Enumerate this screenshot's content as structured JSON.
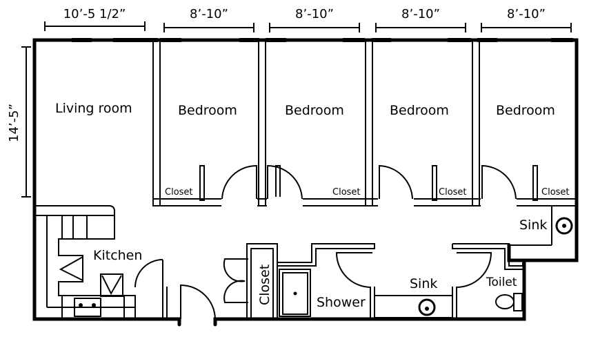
{
  "dimensions": {
    "living_width": "10’-5 1/2”",
    "bedroom_widths": [
      "8’-10”",
      "8’-10”",
      "8’-10”",
      "8’-10”"
    ],
    "depth": "14’-5”"
  },
  "rooms": {
    "living_room": "Living room",
    "bedrooms": [
      "Bedroom",
      "Bedroom",
      "Bedroom",
      "Bedroom"
    ],
    "bedroom_closets": [
      "Closet",
      "Closet",
      "Closet",
      "Closet"
    ],
    "kitchen": "Kitchen",
    "hall_closet": "Closet",
    "shower": "Shower",
    "bath_sink": "Sink",
    "hall_sink": "Sink",
    "toilet": "Toilet"
  }
}
